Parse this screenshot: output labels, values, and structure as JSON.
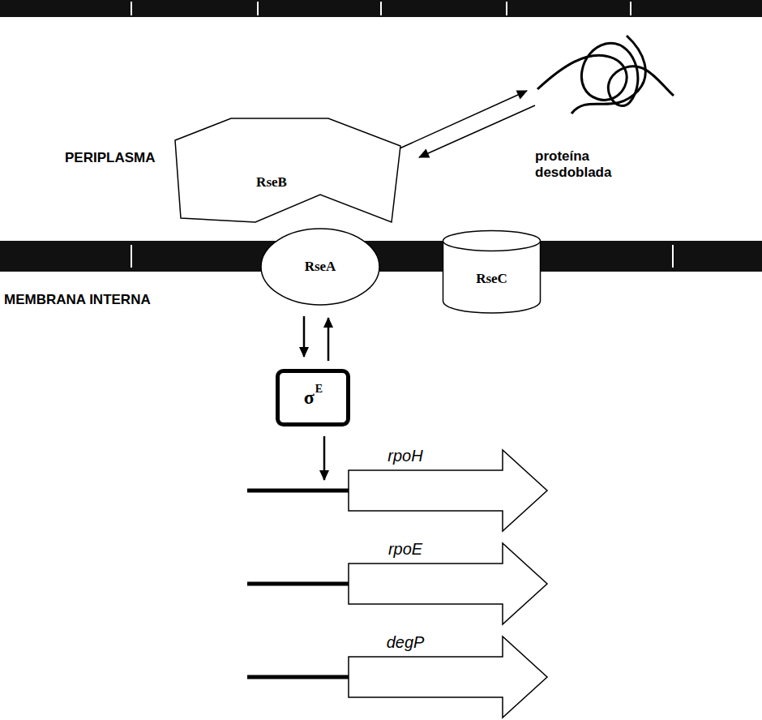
{
  "diagram": {
    "nodes": [
      {
        "text": [
          "proteína desdoblada"
        ]
      },
      {
        "text": [
          "RseB"
        ]
      },
      {
        "text": [
          "RseA"
        ]
      },
      {
        "text": [
          "RseC"
        ]
      },
      {
        "text": [
          "σ",
          "E"
        ]
      },
      {
        "text": [
          "rpoH"
        ]
      },
      {
        "text": [
          "rpoE"
        ]
      },
      {
        "text": [
          "degP"
        ]
      }
    ],
    "edges": [
      {
        "from": 1,
        "to": 0,
        "arrow": "to"
      },
      {
        "from": 0,
        "to": 1,
        "arrow": "to"
      },
      {
        "from": 2,
        "to": 4,
        "arrow": "to"
      },
      {
        "from": 4,
        "to": 2,
        "arrow": "to"
      },
      {
        "from": 4,
        "to": 5,
        "arrow": "to"
      }
    ],
    "labels": [
      "PERIPLASMA",
      "MEMBRANA INTERNA"
    ]
  }
}
